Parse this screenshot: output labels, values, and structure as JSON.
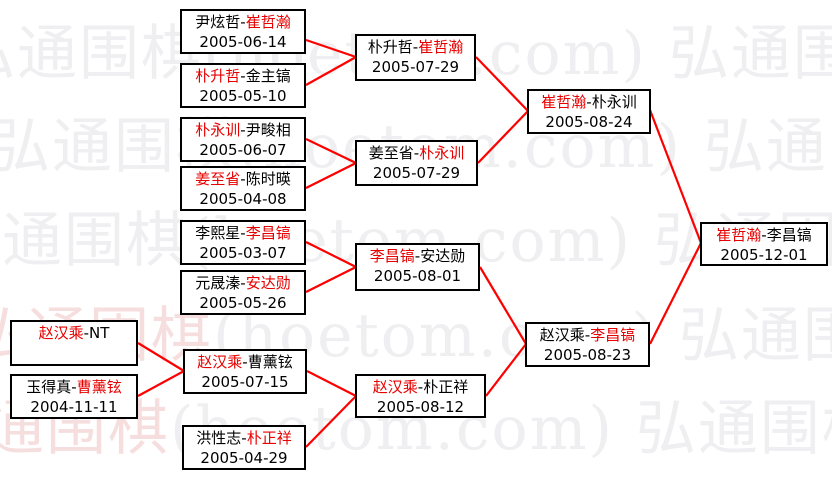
{
  "sep": "-",
  "colors": {
    "winner_text": "#e80000",
    "connector_line": "#ff0000",
    "box_border": "#000000",
    "watermark_gray": "#efeef0",
    "watermark_pink": "#f6dede"
  },
  "watermark": {
    "full": "弘通围棋(hoetom.com)",
    "cn": "弘通围棋",
    "latin": "(hoetom.com)"
  },
  "matches": [
    {
      "id": "m0",
      "p1": "赵汉乘",
      "p1_win": true,
      "p2": "NT",
      "p2_win": false,
      "date": ""
    },
    {
      "id": "m1",
      "p1": "玉得真",
      "p1_win": false,
      "p2": "曹薰铉",
      "p2_win": true,
      "date": "2004-11-11"
    },
    {
      "id": "m2",
      "p1": "尹炫哲",
      "p1_win": false,
      "p2": "崔哲瀚",
      "p2_win": true,
      "date": "2005-06-14"
    },
    {
      "id": "m3",
      "p1": "朴升哲",
      "p1_win": true,
      "p2": "金主镐",
      "p2_win": false,
      "date": "2005-05-10"
    },
    {
      "id": "m4",
      "p1": "朴永训",
      "p1_win": true,
      "p2": "尹畯相",
      "p2_win": false,
      "date": "2005-06-07"
    },
    {
      "id": "m5",
      "p1": "姜至省",
      "p1_win": true,
      "p2": "陈时暎",
      "p2_win": false,
      "date": "2005-04-08"
    },
    {
      "id": "m6",
      "p1": "李熙星",
      "p1_win": false,
      "p2": "李昌镐",
      "p2_win": true,
      "date": "2005-03-07"
    },
    {
      "id": "m7",
      "p1": "元晟溱",
      "p1_win": false,
      "p2": "安达勋",
      "p2_win": true,
      "date": "2005-05-26"
    },
    {
      "id": "m8",
      "p1": "赵汉乘",
      "p1_win": true,
      "p2": "曹薰铉",
      "p2_win": false,
      "date": "2005-07-15"
    },
    {
      "id": "m9",
      "p1": "洪性志",
      "p1_win": false,
      "p2": "朴正祥",
      "p2_win": true,
      "date": "2005-04-29"
    },
    {
      "id": "m10",
      "p1": "朴升哲",
      "p1_win": false,
      "p2": "崔哲瀚",
      "p2_win": true,
      "date": "2005-07-29"
    },
    {
      "id": "m11",
      "p1": "姜至省",
      "p1_win": false,
      "p2": "朴永训",
      "p2_win": true,
      "date": "2005-07-29"
    },
    {
      "id": "m12",
      "p1": "李昌镐",
      "p1_win": true,
      "p2": "安达勋",
      "p2_win": false,
      "date": "2005-08-01"
    },
    {
      "id": "m13",
      "p1": "赵汉乘",
      "p1_win": true,
      "p2": "朴正祥",
      "p2_win": false,
      "date": "2005-08-12"
    },
    {
      "id": "m14",
      "p1": "崔哲瀚",
      "p1_win": true,
      "p2": "朴永训",
      "p2_win": false,
      "date": "2005-08-24"
    },
    {
      "id": "m15",
      "p1": "赵汉乘",
      "p1_win": false,
      "p2": "李昌镐",
      "p2_win": true,
      "date": "2005-08-23"
    },
    {
      "id": "m16",
      "p1": "崔哲瀚",
      "p1_win": true,
      "p2": "李昌镐",
      "p2_win": false,
      "date": "2005-12-01"
    }
  ],
  "connections": [
    [
      "m0",
      "m8"
    ],
    [
      "m1",
      "m8"
    ],
    [
      "m2",
      "m10"
    ],
    [
      "m3",
      "m10"
    ],
    [
      "m4",
      "m11"
    ],
    [
      "m5",
      "m11"
    ],
    [
      "m6",
      "m12"
    ],
    [
      "m7",
      "m12"
    ],
    [
      "m8",
      "m13"
    ],
    [
      "m9",
      "m13"
    ],
    [
      "m10",
      "m14"
    ],
    [
      "m11",
      "m14"
    ],
    [
      "m12",
      "m15"
    ],
    [
      "m13",
      "m15"
    ],
    [
      "m14",
      "m16"
    ],
    [
      "m15",
      "m16"
    ]
  ]
}
